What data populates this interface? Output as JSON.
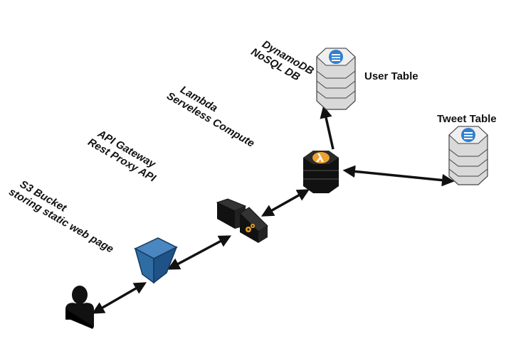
{
  "labels": {
    "s3_line1": "S3 Bucket",
    "s3_line2": "storing static web page",
    "apigw_line1": "API Gateway",
    "apigw_line2": "Rest Proxy API",
    "lambda_line1": "Lambda",
    "lambda_line2": "Serveless Compute",
    "dynamo_line1": "DynamoDB",
    "dynamo_line2": "NoSQL DB",
    "user_table": "User Table",
    "tweet_table": "Tweet Table"
  },
  "icons": {
    "user": "user-icon",
    "s3": "s3-bucket-icon",
    "api_gateway": "api-gateway-icon",
    "lambda": "lambda-icon",
    "dynamodb": "dynamodb-icon"
  },
  "colors": {
    "s3_blue": "#2e6da4",
    "lambda_orange": "#f0a030",
    "dynamo_blue": "#2f7fd0",
    "dark": "#111111"
  }
}
